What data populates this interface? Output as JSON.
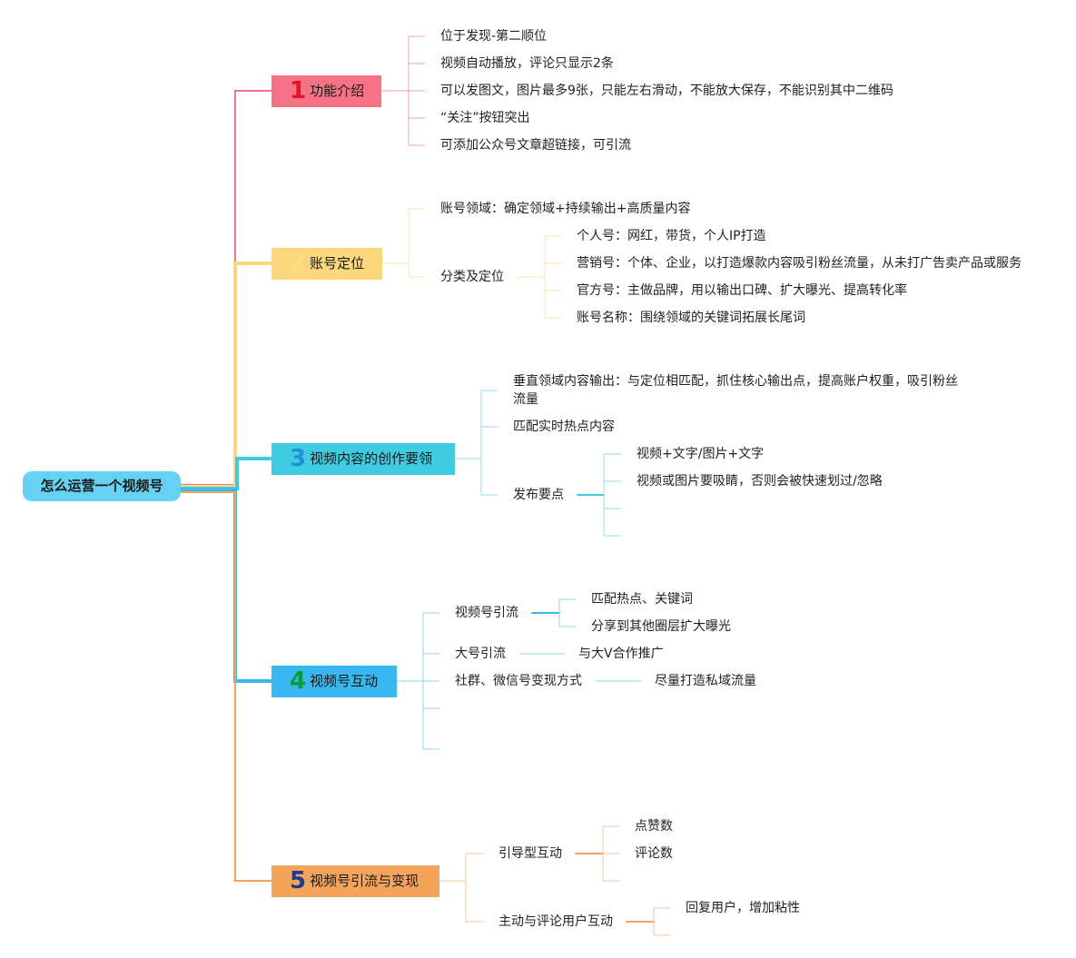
{
  "root": "怎么运营一个视频号",
  "topics": [
    {
      "num": "1",
      "label": "功能介绍",
      "items": [
        "位于发现-第二顺位",
        "视频自动播放，评论只显示2条",
        "可以发图文，图片最多9张，只能左右滑动，不能放大保存，不能识别其中二维码",
        "“关注”按钮突出",
        "可添加公众号文章超链接，可引流"
      ]
    },
    {
      "num": "2",
      "label": "账号定位",
      "items": [
        "账号领域：确定领域+持续输出+高质量内容",
        "分类及定位"
      ],
      "sub": [
        "个人号：网红，带货，个人IP打造",
        "营销号：个体、企业，以打造爆款内容吸引粉丝流量，从未打广告卖产品或服务",
        "官方号：主做品牌，用以输出口碑、扩大曝光、提高转化率",
        "账号名称：围绕领域的关键词拓展长尾词"
      ]
    },
    {
      "num": "3",
      "label": "视频内容的创作要领",
      "items": [
        "垂直领域内容输出：与定位相匹配，抓住核心输出点，提高账户权重，吸引粉丝流量",
        "匹配实时热点内容",
        "发布要点"
      ],
      "sub": [
        "视频+文字/图片+文字",
        "视频或图片要吸睛，否则会被快速划过/忽略"
      ]
    },
    {
      "num": "4",
      "label": "视频号互动",
      "items": [
        "视频号引流",
        "大号引流",
        "社群、微信号变现方式"
      ],
      "sub": [
        "匹配热点、关键词",
        "分享到其他圈层扩大曝光",
        "与大V合作推广",
        "尽量打造私域流量"
      ]
    },
    {
      "num": "5",
      "label": "视频号引流与变现",
      "items": [
        "引导型互动",
        "主动与评论用户互动"
      ],
      "sub": [
        "点赞数",
        "评论数",
        "回复用户，增加粘性"
      ]
    }
  ],
  "colors": {
    "topic1": "#f57384",
    "topic2": "#fcd77b",
    "topic3": "#3fcce2",
    "topic4": "#39b7f1",
    "topic5": "#f4a35b",
    "root": "#67d1f4"
  }
}
